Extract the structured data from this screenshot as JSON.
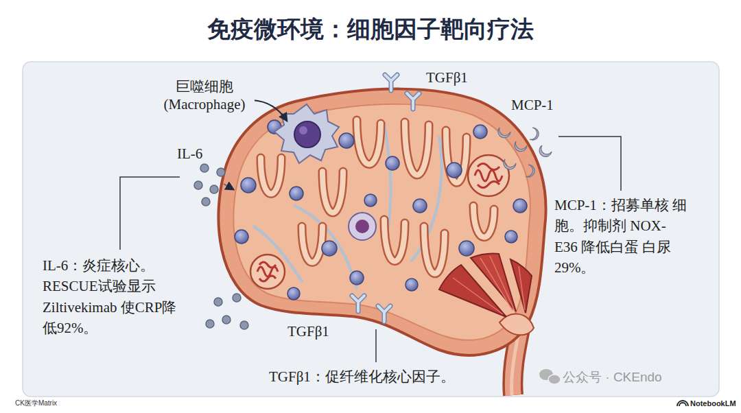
{
  "diagram": {
    "title": "免疫微环境：细胞因子靶向疗法",
    "labels": [
      "巨噬细胞 (Macrophage)",
      "TGFβ1",
      "MCP-1",
      "IL-6",
      "MCP-1：招募单核 细胞。抑制剂 NOX-E36 降低白蛋 白尿29%。",
      "IL-6：炎症核心。 RESCUE试验显示 Ziltivekimab 使CRP降低92%。",
      "TGFβ1",
      "TGFβ1：促纤维化核心因子。",
      "公众号 · CKEndo",
      "CK医学Matrix",
      "NotebookLM"
    ]
  }
}
